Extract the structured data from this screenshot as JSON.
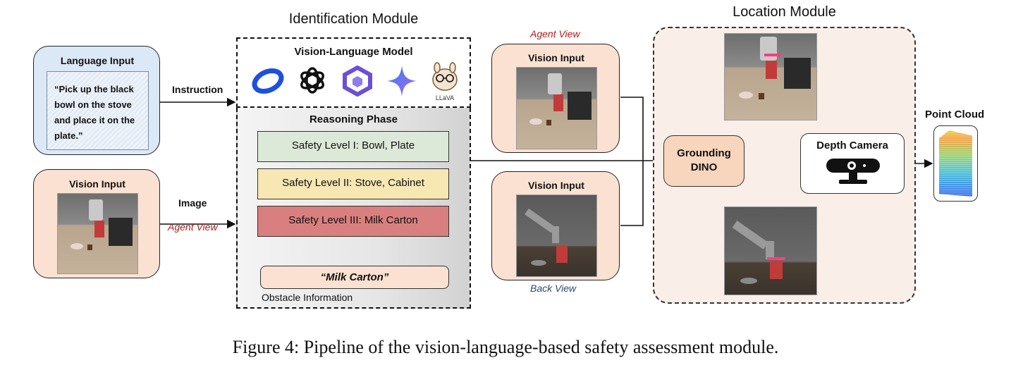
{
  "identification_module": {
    "title": "Identification Module",
    "vlm_title": "Vision-Language Model",
    "vlm_logos": [
      "swirl-logo-icon",
      "openai-logo-icon",
      "qwen-logo-icon",
      "gemini-star-icon",
      "llava-logo-icon"
    ],
    "llava_text": "LLaVA",
    "reasoning_title": "Reasoning Phase",
    "levels": [
      {
        "text": "Safety Level I: Bowl, Plate",
        "color": "#dde9d8"
      },
      {
        "text": "Safety Level II: Stove, Cabinet",
        "color": "#f6e7b3"
      },
      {
        "text": "Safety Level III: Milk Carton",
        "color": "#d97f7f"
      }
    ],
    "result": "“Milk Carton”",
    "obstacle_label": "Obstacle Information"
  },
  "language_input": {
    "title": "Language Input",
    "text": "“Pick up the black bowl on the stove and place it on the plate.”"
  },
  "vision_input_left": {
    "title": "Vision Input"
  },
  "edge_labels": {
    "instruction": "Instruction",
    "image": "Image",
    "agent_view_left": "Agent View"
  },
  "middle_views": {
    "agent_view_label": "Agent View",
    "top_title": "Vision Input",
    "bottom_title": "Vision Input",
    "back_view_label": "Back View"
  },
  "location_module": {
    "title": "Location Module",
    "grounding": "Grounding DINO",
    "depth_camera": "Depth Camera"
  },
  "point_cloud": {
    "title": "Point Cloud"
  },
  "caption": "Figure 4: Pipeline of the vision-language-based safety assessment module."
}
